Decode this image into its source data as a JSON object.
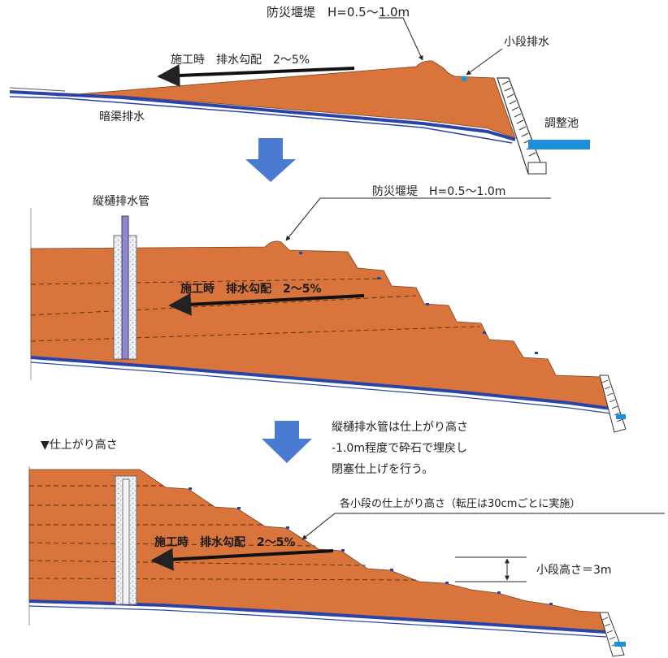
{
  "panel1": {
    "berm_label": "防災堰堤　H=0.5〜1.0m",
    "drain_slope_label": "施工時　排水勾配　2〜5%",
    "berm_drain_label": "小段排水",
    "underdrain_label": "暗渠排水",
    "pond_label": "調整池"
  },
  "panel2": {
    "vertical_pipe_label": "縦樋排水管",
    "berm_label": "防災堰堤　H=0.5〜1.0m",
    "drain_slope_label": "施工時　排水勾配　2〜5%"
  },
  "panel3": {
    "finish_height_label": "▼仕上がり高さ",
    "note_lines": [
      "縦樋排水管は仕上がり高さ",
      "-1.0m程度で砕石で埋戻し",
      "閉塞仕上げを行う。"
    ],
    "bench_finish_label": "各小段の仕上がり高さ（転圧は30cmごとに実施）",
    "drain_slope_label": "施工時　排水勾配　2〜5%",
    "bench_height_label": "小段高さ＝3m"
  },
  "colors": {
    "fill": "#d9753c",
    "blue": "#2a43a8",
    "arrow_blue": "#4a7bd1",
    "water": "#1e8fd8",
    "ink": "#222222"
  }
}
